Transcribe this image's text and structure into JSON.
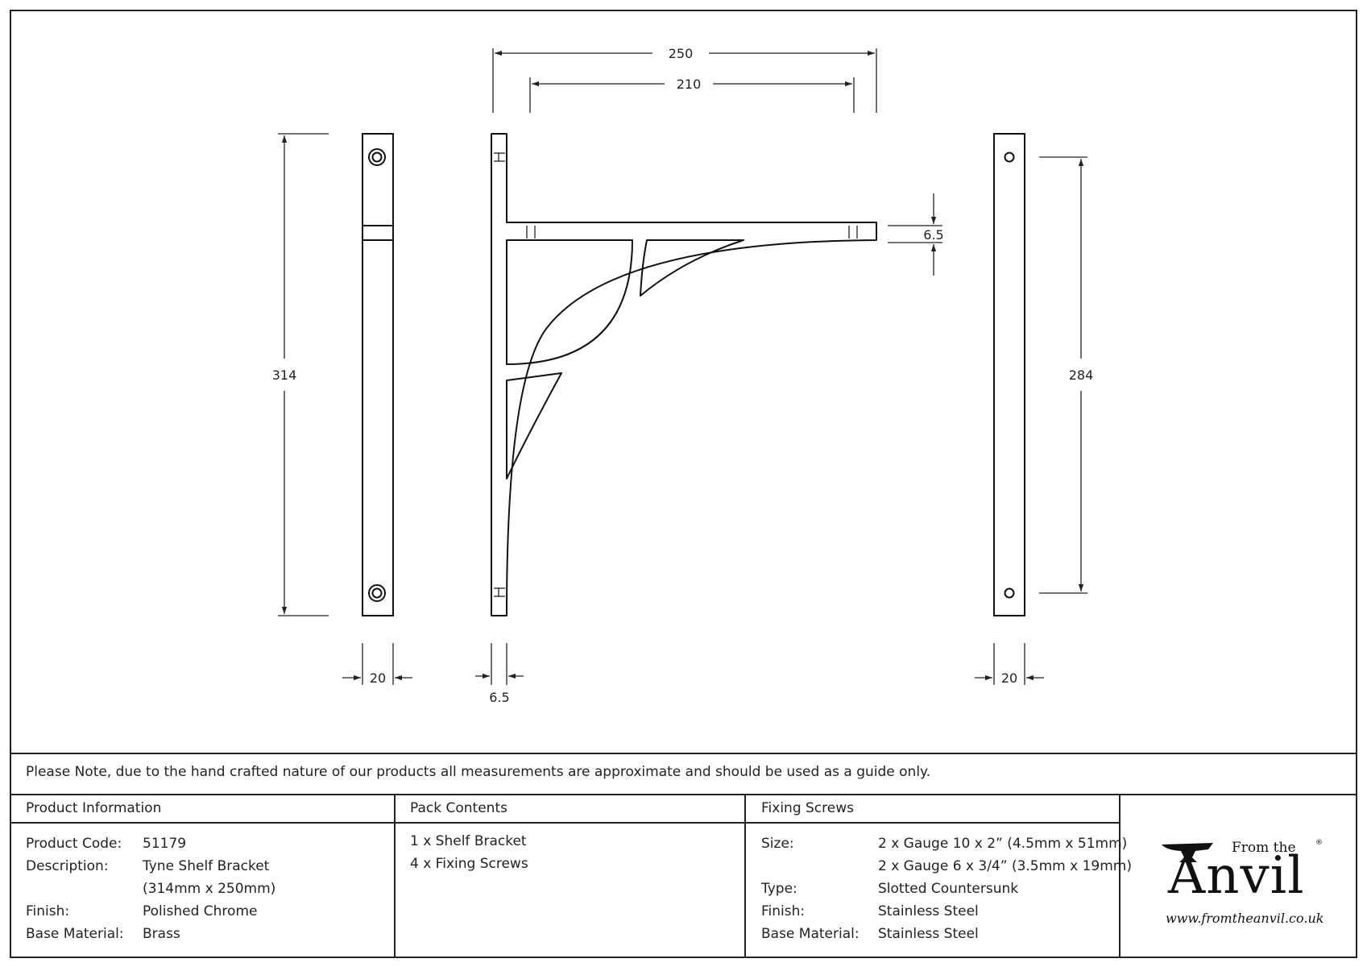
{
  "dimensions": {
    "overall_width": "250",
    "arm_length": "210",
    "overall_height": "314",
    "hole_spacing": "284",
    "plate_thickness": "6.5",
    "arm_thickness": "6.5",
    "front_width": "20",
    "back_width": "20"
  },
  "note": "Please Note, due to the hand crafted nature of our products all measurements are approximate and should be used as a guide only.",
  "product_info": {
    "heading": "Product Information",
    "rows": [
      {
        "label": "Product Code:",
        "value": "51179"
      },
      {
        "label": "Description:",
        "value": "Tyne Shelf Bracket"
      },
      {
        "label": "",
        "value": "(314mm x 250mm)"
      },
      {
        "label": "Finish:",
        "value": "Polished Chrome"
      },
      {
        "label": "Base Material:",
        "value": "Brass"
      }
    ]
  },
  "pack_contents": {
    "heading": "Pack Contents",
    "items": [
      "1 x Shelf Bracket",
      "4 x Fixing Screws"
    ]
  },
  "fixing_screws": {
    "heading": "Fixing Screws",
    "rows": [
      {
        "label": "Size:",
        "value": "2 x Gauge 10 x 2” (4.5mm x 51mm)"
      },
      {
        "label": "",
        "value": "2 x Gauge 6 x 3/4” (3.5mm x 19mm)"
      },
      {
        "label": "Type:",
        "value": "Slotted Countersunk"
      },
      {
        "label": "Finish:",
        "value": "Stainless Steel"
      },
      {
        "label": "Base Material:",
        "value": "Stainless Steel"
      }
    ]
  },
  "logo": {
    "top_line": "From the",
    "wordmark": "Anvil",
    "registered": "®",
    "url": "www.fromtheanvil.co.uk"
  }
}
